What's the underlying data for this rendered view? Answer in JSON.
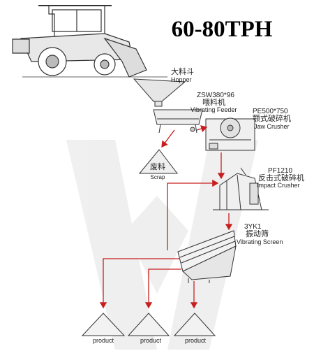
{
  "title": "60-80TPH",
  "nodes": {
    "hopper": {
      "zh": "大料斗",
      "en": "Hopper"
    },
    "feeder": {
      "model": "ZSW380*96",
      "zh": "喂料机",
      "en": "Vibrating Feeder"
    },
    "jaw": {
      "model": "PE500*750",
      "zh": "颚式破碎机",
      "en": "Jaw Crusher"
    },
    "scrap": {
      "zh": "废料",
      "en": "Scrap"
    },
    "impact": {
      "model": "PF1210",
      "zh": "反击式破碎机",
      "en": "Impact Crusher"
    },
    "screen": {
      "model": "3YK1",
      "zh": "振动筛",
      "en": "Vibrating Screen"
    }
  },
  "products": [
    "product",
    "product",
    "product"
  ],
  "colors": {
    "flow": "#c81e1e",
    "line": "#333333",
    "pile": "#f2f2f2",
    "watermark": "#ececec"
  }
}
